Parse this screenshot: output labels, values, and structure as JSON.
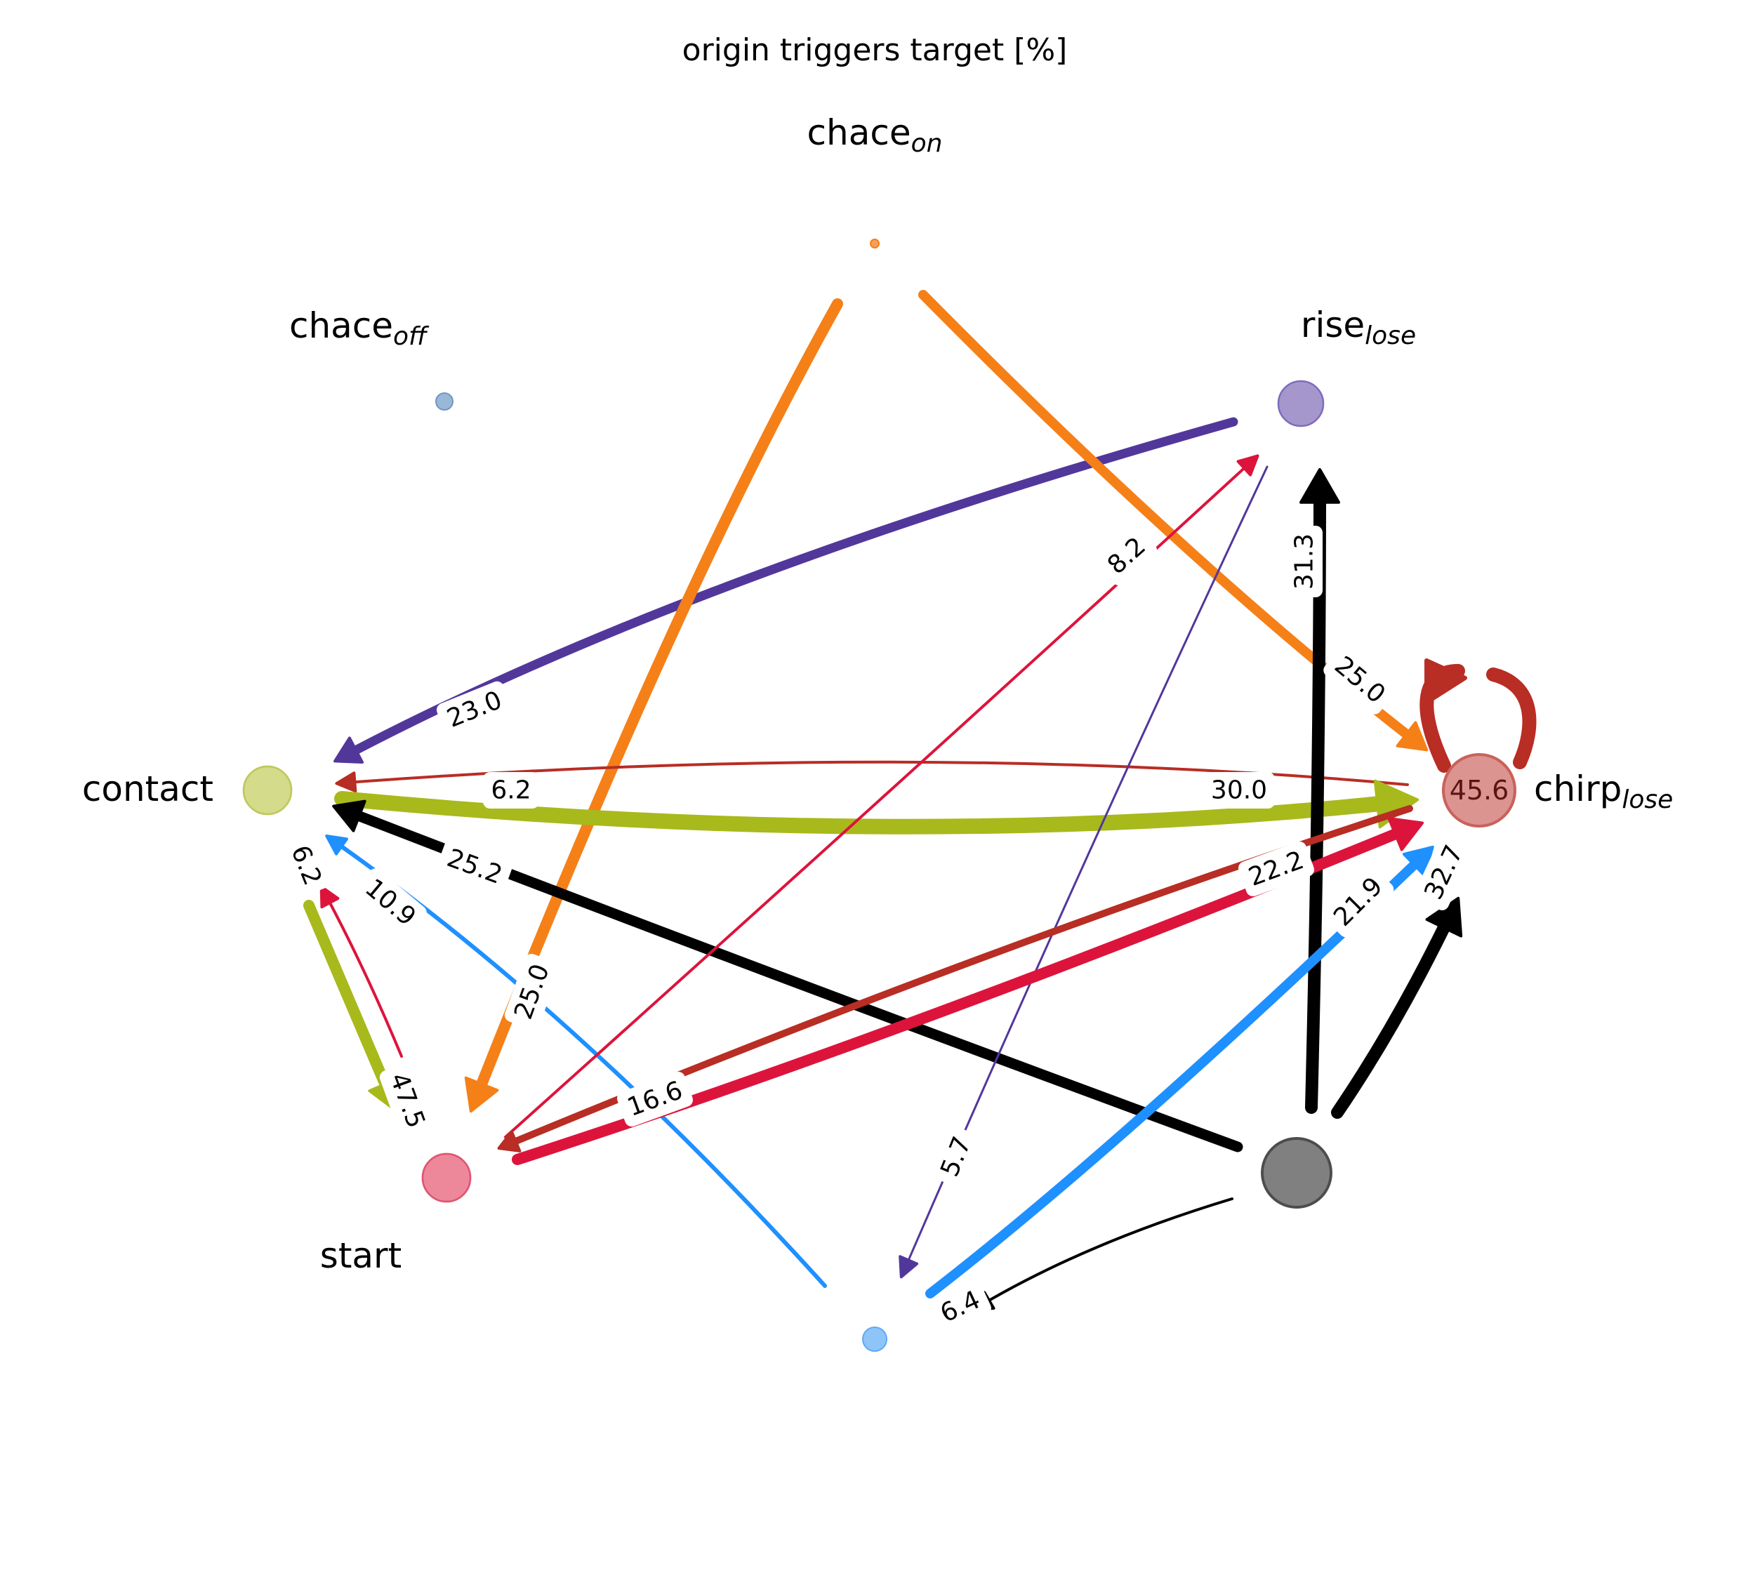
{
  "chart_data": {
    "type": "network",
    "title": "origin triggers target [%]",
    "nodes": [
      {
        "id": "chace_on",
        "label": "chace",
        "sub": "on",
        "color": "#f5a05a",
        "stroke": "#f58018"
      },
      {
        "id": "rise_lose",
        "label": "rise",
        "sub": "lose",
        "color": "#a597cc",
        "stroke": "#7f6cbd"
      },
      {
        "id": "chirp_lose",
        "label": "chirp",
        "sub": "lose",
        "color": "#dc9491",
        "stroke": "#c9625c",
        "self_value": "45.6"
      },
      {
        "id": "gray",
        "label": "",
        "sub": "",
        "color": "#808080",
        "stroke": "#4d4d4d"
      },
      {
        "id": "bottom",
        "label": "",
        "sub": "",
        "color": "#8fc4f9",
        "stroke": "#5ea8f5"
      },
      {
        "id": "start",
        "label": "start",
        "sub": "",
        "color": "#ed889a",
        "stroke": "#e05573"
      },
      {
        "id": "contact",
        "label": "contact",
        "sub": "",
        "color": "#d4db8b",
        "stroke": "#bfc95c"
      },
      {
        "id": "chace_off",
        "label": "chace",
        "sub": "off",
        "color": "#9bb7d8",
        "stroke": "#6f97c4"
      }
    ],
    "edges": [
      {
        "source": "rise_lose",
        "target": "contact",
        "value": "23.0",
        "color": "#52379b"
      },
      {
        "source": "chace_on",
        "target": "start",
        "value": "25.0",
        "color": "#f58018"
      },
      {
        "source": "chace_on",
        "target": "chirp_lose",
        "value": "25.0",
        "color": "#f58018"
      },
      {
        "source": "chirp_lose",
        "target": "contact",
        "value": "6.2",
        "color": "#b82d24"
      },
      {
        "source": "contact",
        "target": "chirp_lose",
        "value": "30.0",
        "color": "#a8b91c"
      },
      {
        "source": "gray",
        "target": "contact",
        "value": "25.2",
        "color": "#000000"
      },
      {
        "source": "bottom",
        "target": "contact",
        "value": "10.9",
        "color": "#1f90ff"
      },
      {
        "source": "start",
        "target": "contact",
        "value": "6.2",
        "color": "#dc143c"
      },
      {
        "source": "contact",
        "target": "start",
        "value": "47.5",
        "color": "#a8b91c"
      },
      {
        "source": "start",
        "target": "rise_lose",
        "value": "8.2",
        "color": "#dc143c"
      },
      {
        "source": "rise_lose",
        "target": "bottom",
        "value": "5.7",
        "color": "#52379b"
      },
      {
        "source": "gray",
        "target": "rise_lose",
        "value": "31.3",
        "color": "#000000"
      },
      {
        "source": "chirp_lose",
        "target": "start",
        "value": "22.2",
        "color": "#b82d24"
      },
      {
        "source": "start",
        "target": "chirp_lose",
        "value": "16.6",
        "color": "#dc143c"
      },
      {
        "source": "bottom",
        "target": "chirp_lose",
        "value": "21.9",
        "color": "#1f90ff"
      },
      {
        "source": "gray",
        "target": "chirp_lose",
        "value": "32.7",
        "color": "#000000"
      },
      {
        "source": "gray",
        "target": "bottom",
        "value": "6.4",
        "color": "#000000"
      },
      {
        "source": "chirp_lose",
        "target": "chirp_lose",
        "value": "45.6",
        "color": "#b82d24"
      }
    ]
  }
}
